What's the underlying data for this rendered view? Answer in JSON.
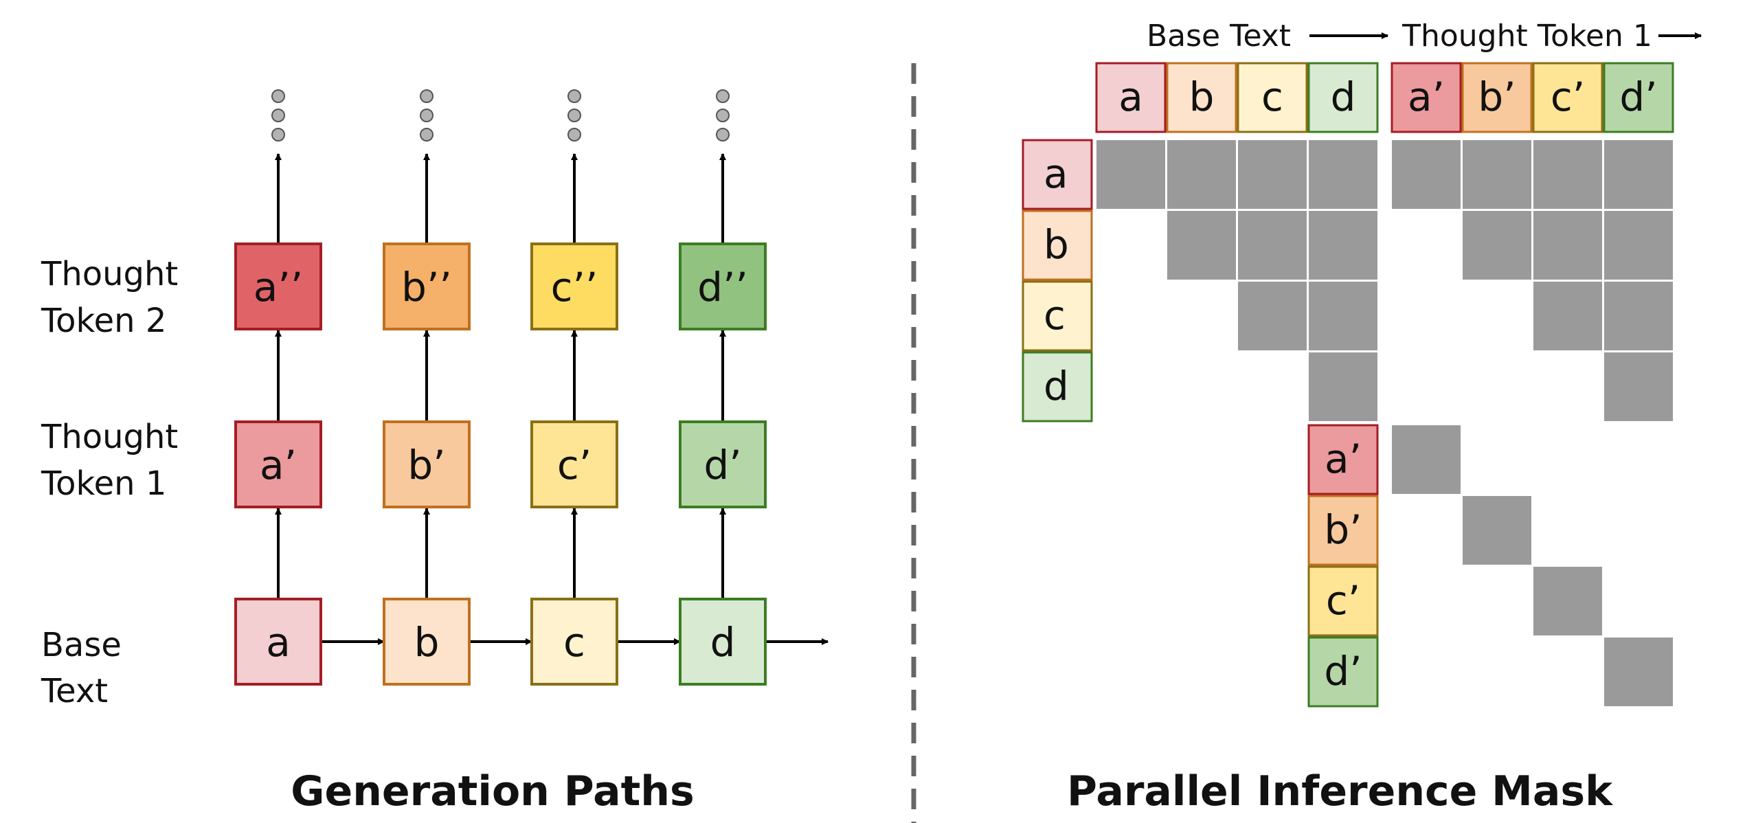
{
  "generation_paths": {
    "title": "Generation Paths",
    "row_labels": {
      "thought2": [
        "Thought",
        "Token 2"
      ],
      "thought1": [
        "Thought",
        "Token 1"
      ],
      "base": [
        "Base",
        "Text"
      ]
    },
    "columns": [
      {
        "base": "a",
        "thought1": "a’",
        "thought2": "a’’"
      },
      {
        "base": "b",
        "thought1": "b’",
        "thought2": "b’’"
      },
      {
        "base": "c",
        "thought1": "c’",
        "thought2": "c’’"
      },
      {
        "base": "d",
        "thought1": "d’",
        "thought2": "d’’"
      }
    ]
  },
  "parallel_inference_mask": {
    "title": "Parallel Inference Mask",
    "header_groups": [
      "Base Text",
      "Thought Token 1"
    ],
    "top_tokens": {
      "base": [
        "a",
        "b",
        "c",
        "d"
      ],
      "thought": [
        "a’",
        "b’",
        "c’",
        "d’"
      ]
    },
    "left_tokens_base": [
      "a",
      "b",
      "c",
      "d"
    ],
    "side_tokens_thought": [
      "a’",
      "b’",
      "c’",
      "d’"
    ]
  },
  "colors": {
    "palette": [
      {
        "light": "#f3cfd1",
        "mid": "#eb9a9d",
        "dark": "#e06467",
        "border": "#a51d24"
      },
      {
        "light": "#fde3cc",
        "mid": "#f8c99c",
        "dark": "#f5b06a",
        "border": "#c0701f"
      },
      {
        "light": "#fff3cf",
        "mid": "#fee595",
        "dark": "#fedc62",
        "border": "#8a6f15"
      },
      {
        "light": "#d8ead2",
        "mid": "#b5d7a8",
        "dark": "#92c27f",
        "border": "#3b7d23"
      }
    ],
    "mask_cell": "#9a9a9a",
    "dots": "#b3b3b3",
    "divider": "#666666"
  }
}
